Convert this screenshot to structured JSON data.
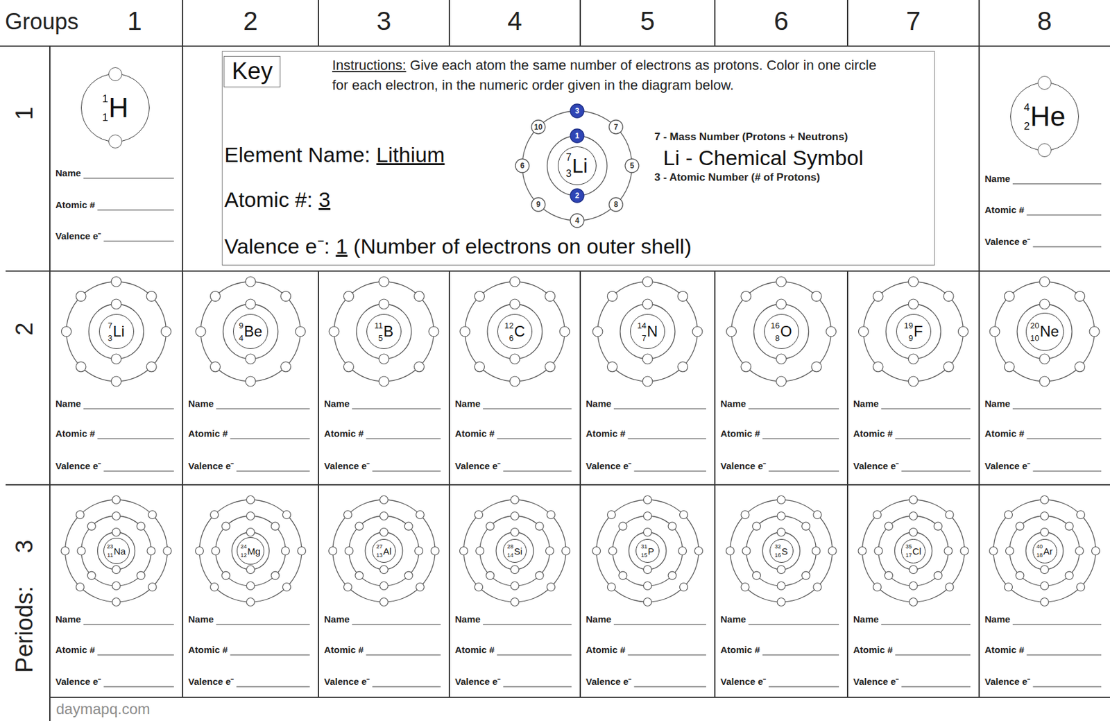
{
  "diagram": {
    "nodes": [
      {
        "text": [
          "1",
          "H",
          "1"
        ]
      },
      {
        "text": [
          "Instructions:",
          "Give each atom the same number of electrons as protons. Color in one circle for each electron, in the numeric order given in the diagram below.",
          "Element Name:",
          "Lithium",
          "Atomic #:",
          "3",
          "Valence e⁻:",
          "1",
          "(Number of electrons on outer shell)",
          "7 - Mass Number (Protons + Neutrons)",
          "Li - Chemical Symbol",
          "3 - Atomic Number (# of Protons)"
        ]
      },
      {
        "text": [
          "Key"
        ],
        "in": 1
      },
      {
        "text": [
          "7",
          "Li",
          "3"
        ],
        "in": 1
      },
      {
        "text": [
          "4",
          "He",
          "2"
        ]
      },
      {
        "text": [
          "7",
          "Li",
          "3"
        ]
      },
      {
        "text": [
          "9",
          "Be",
          "4"
        ]
      },
      {
        "text": [
          "11",
          "B",
          "5"
        ]
      },
      {
        "text": [
          "12",
          "C",
          "6"
        ]
      },
      {
        "text": [
          "14",
          "N",
          "7"
        ]
      },
      {
        "text": [
          "16",
          "O",
          "8"
        ]
      },
      {
        "text": [
          "19",
          "F",
          "9"
        ]
      },
      {
        "text": [
          "20",
          "Ne",
          "10"
        ]
      },
      {
        "text": [
          "23",
          "Na",
          "11"
        ]
      },
      {
        "text": [
          "24",
          "Mg",
          "12"
        ]
      },
      {
        "text": [
          "27",
          "Al",
          "13"
        ]
      },
      {
        "text": [
          "28",
          "Si",
          "14"
        ]
      },
      {
        "text": [
          "31",
          "P",
          "15"
        ]
      },
      {
        "text": [
          "32",
          "S",
          "16"
        ]
      },
      {
        "text": [
          "35",
          "Cl",
          "17"
        ]
      },
      {
        "text": [
          "40",
          "Ar",
          "18"
        ]
      }
    ],
    "labels": [
      "daymapq.com",
      "Groups",
      "1",
      "2",
      "3",
      "4",
      "5",
      "6",
      "7",
      "8",
      "1",
      "2",
      "3",
      "Periods:",
      "Name",
      "Atomic #",
      "Valence e⁻",
      "Name",
      "Atomic #",
      "Valence e⁻",
      "Name",
      "Atomic #",
      "Valence e⁻",
      "Name",
      "Atomic #",
      "Valence e⁻",
      "Name",
      "Atomic #",
      "Valence e⁻",
      "Name",
      "Atomic #",
      "Valence e⁻",
      "Name",
      "Atomic #",
      "Valence e⁻",
      "Name",
      "Atomic #",
      "Valence e⁻",
      "Name",
      "Atomic #",
      "Valence e⁻",
      "Name",
      "Atomic #",
      "Valence e⁻",
      "Name",
      "Atomic #",
      "Valence e⁻",
      "Name",
      "Atomic #",
      "Valence e⁻",
      "Name",
      "Atomic #",
      "Valence e⁻",
      "Name",
      "Atomic #",
      "Valence e⁻",
      "Name",
      "Atomic #",
      "Valence e⁻",
      "Name",
      "Atomic #",
      "Valence e⁻",
      "Name",
      "Atomic #",
      "Valence e⁻",
      "Name",
      "Atomic #",
      "Valence e⁻",
      "1",
      "2",
      "3",
      "4",
      "5",
      "6",
      "7",
      "8",
      "9",
      "10"
    ]
  }
}
